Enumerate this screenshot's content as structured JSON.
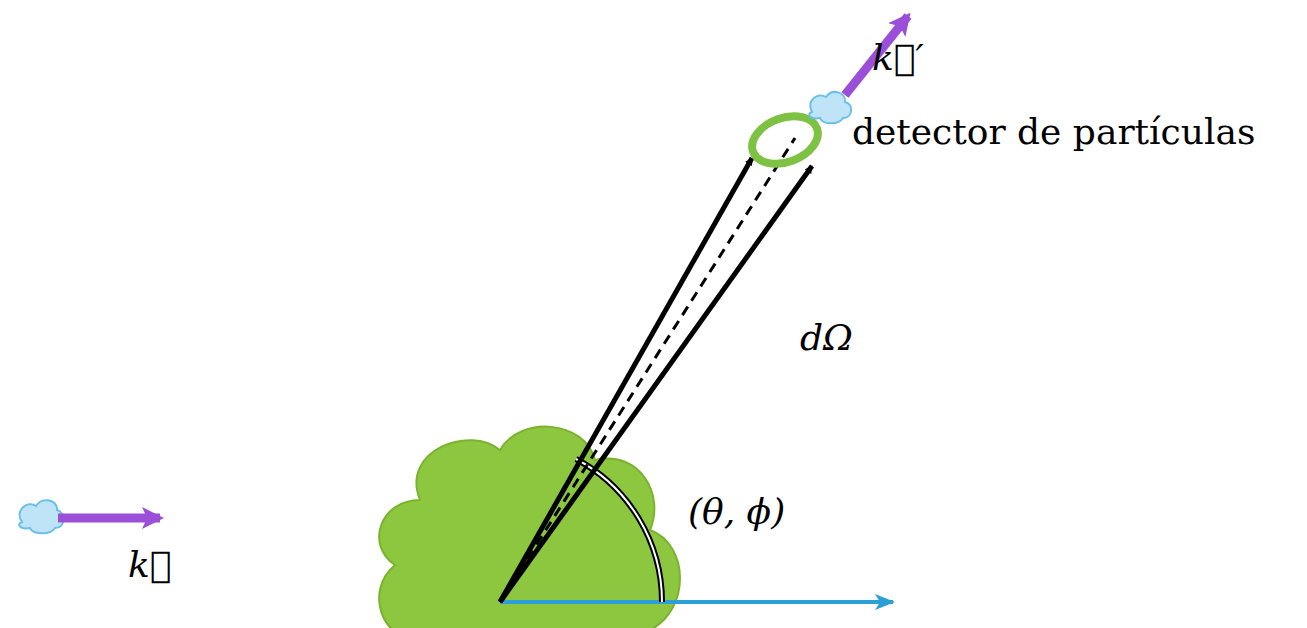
{
  "diagram": {
    "labels": [
      "k⃗′",
      "detector de partículas",
      "dΩ",
      "(θ, ϕ)",
      "k⃗"
    ]
  }
}
